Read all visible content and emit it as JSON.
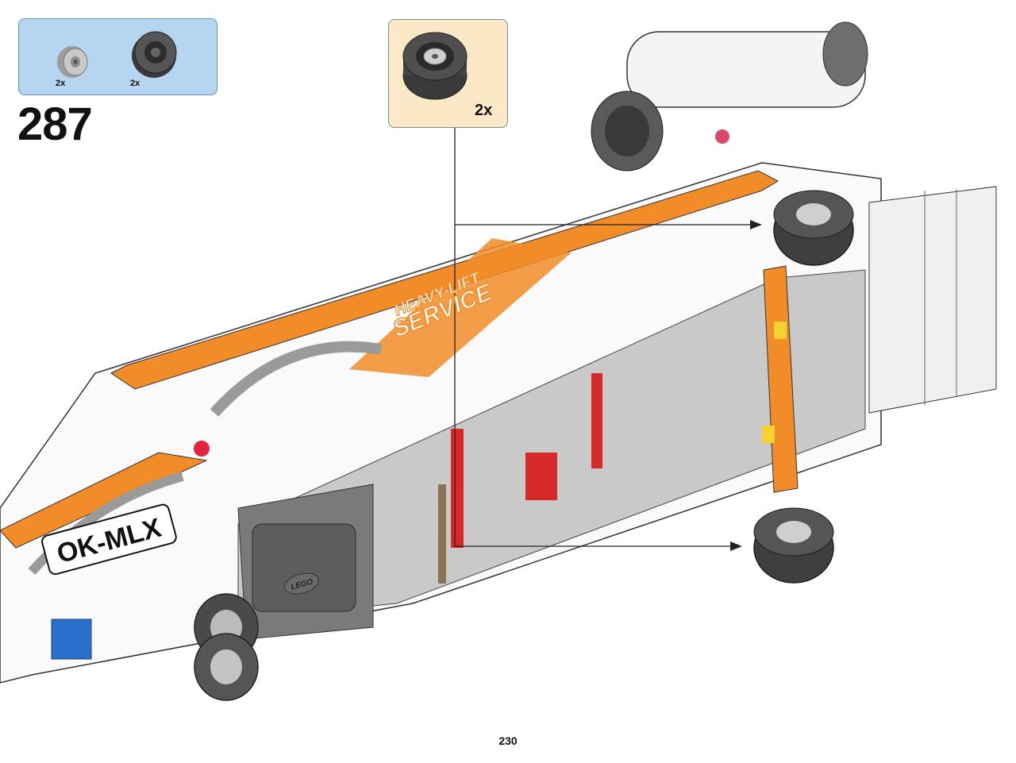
{
  "parts_list": {
    "items": [
      {
        "name": "wheel-hub",
        "quantity": "2x"
      },
      {
        "name": "tire",
        "quantity": "2x"
      }
    ]
  },
  "step": {
    "number": "287"
  },
  "callout": {
    "quantity": "2x"
  },
  "model": {
    "decal_text_line1": "HEAVY-LIFT",
    "decal_text_line2": "SERVICE",
    "license_plate": "OK-MLX",
    "battery_logo": "LEGO"
  },
  "page": {
    "number": "230"
  },
  "colors": {
    "parts_box": "#b5d5f1",
    "callout_box": "#fbe8c7",
    "accent": "#f28c28"
  }
}
